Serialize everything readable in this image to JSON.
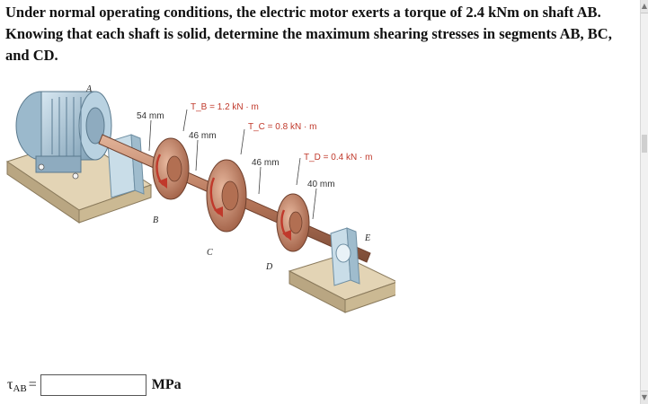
{
  "problem": {
    "text": "Under normal operating conditions, the electric motor exerts a torque of 2.4 kNm on shaft AB. Knowing that each shaft is solid, determine the maximum shearing stresses in segments AB, BC, and CD."
  },
  "figure": {
    "labels": {
      "A": "A",
      "B": "B",
      "C": "C",
      "D": "D",
      "E": "E",
      "d_ab": "54 mm",
      "d_bc": "46 mm",
      "d_cd": "46 mm",
      "d_de": "40 mm",
      "torque_b": "T_B = 1.2 kN · m",
      "torque_c": "T_C = 0.8 kN · m",
      "torque_d": "T_D = 0.4 kN · m"
    },
    "colors": {
      "motor": "#a9c6d8",
      "shaft": "#b8775a",
      "disk": "#c98a6e",
      "base": "#d8c7a6",
      "arrow": "#c0392b"
    }
  },
  "answer": {
    "symbol": "τ",
    "subscript": "AB",
    "equals": "=",
    "value": "",
    "unit": "MPa"
  }
}
